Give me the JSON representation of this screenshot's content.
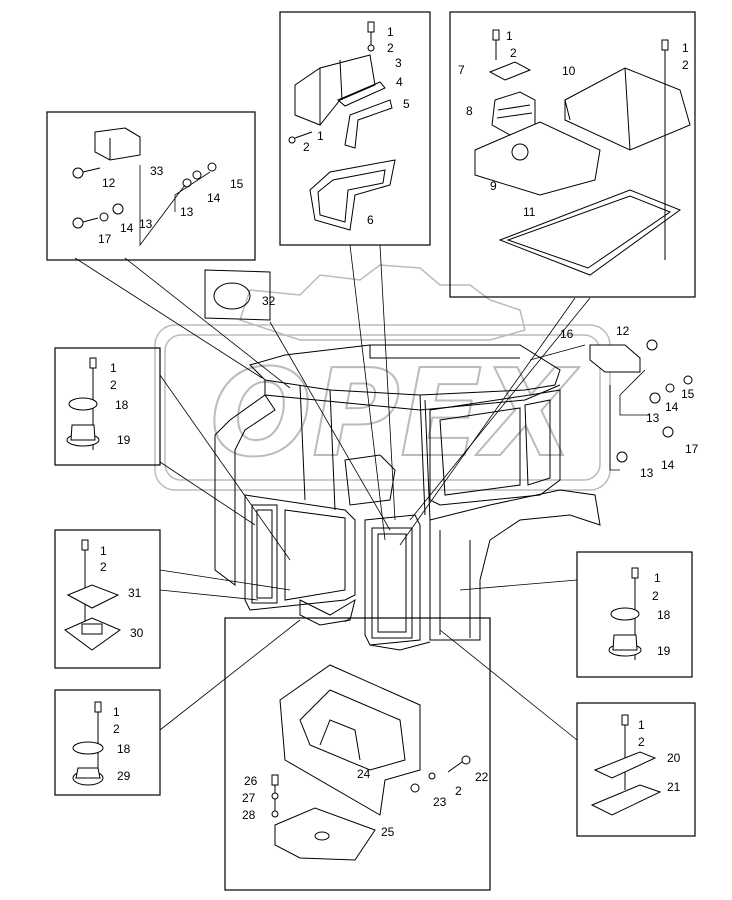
{
  "watermark": {
    "text": "OPEX",
    "color": "#bbbbbb"
  },
  "labels": {
    "l1a": "1",
    "l2a": "2",
    "l3": "3",
    "l4": "4",
    "l5": "5",
    "l1b": "1",
    "l2b": "2",
    "l6": "6",
    "l1c": "1",
    "l2c": "2",
    "l7": "7",
    "l8": "8",
    "l9": "9",
    "l10": "10",
    "l1d": "1",
    "l2d": "2",
    "l11": "11",
    "l33": "33",
    "l12a": "12",
    "l15a": "15",
    "l14a": "14",
    "l13a": "13",
    "l14b": "14",
    "l13b": "13",
    "l17a": "17",
    "l32": "32",
    "l16": "16",
    "l12b": "12",
    "l15b": "15",
    "l14c": "14",
    "l13c": "13",
    "l17b": "17",
    "l14d": "14",
    "l13d": "13",
    "l1e": "1",
    "l2e": "2",
    "l18a": "18",
    "l19a": "19",
    "l1f": "1",
    "l2f": "2",
    "l31": "31",
    "l30": "30",
    "l1g": "1",
    "l2g": "2",
    "l18b": "18",
    "l29": "29",
    "l1h": "1",
    "l2h": "2",
    "l18c": "18",
    "l19b": "19",
    "l1i": "1",
    "l2i": "2",
    "l20": "20",
    "l21": "21",
    "l26": "26",
    "l27": "27",
    "l28": "28",
    "l24": "24",
    "l22": "22",
    "l2j": "2",
    "l23": "23",
    "l25": "25"
  }
}
